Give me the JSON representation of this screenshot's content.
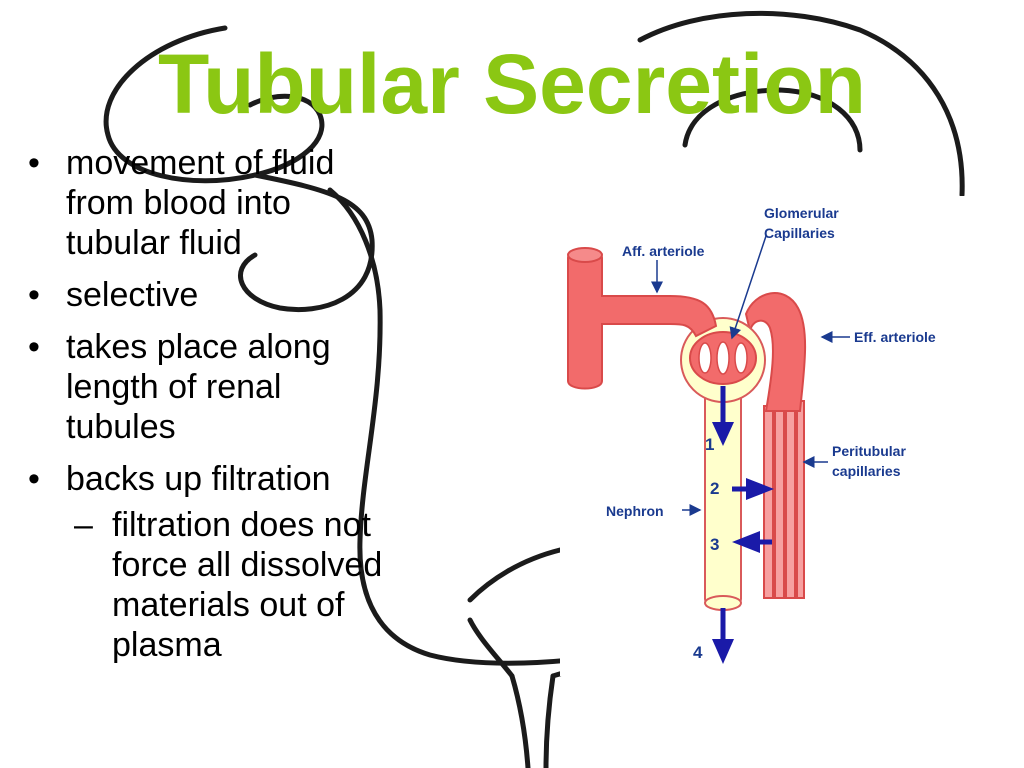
{
  "slide": {
    "title": "Tubular Secretion",
    "bullets": [
      {
        "text": "movement of fluid from blood into tubular fluid",
        "lines": [
          "movement of fluid",
          "from blood into",
          "tubular fluid"
        ]
      },
      {
        "text": "selective",
        "lines": [
          "selective"
        ]
      },
      {
        "text": "takes place along length of renal tubules",
        "lines": [
          "takes place along",
          "length of renal",
          "tubules"
        ]
      },
      {
        "text": "backs up filtration",
        "lines": [
          "backs up filtration"
        ]
      }
    ],
    "sub_bullets": [
      {
        "text": "filtration does not force all dissolved materials out of plasma",
        "lines": [
          "filtration does not",
          "force all dissolved",
          "materials out of",
          "plasma"
        ]
      }
    ],
    "bullet_symbol": "•",
    "dash_symbol": "–"
  },
  "diagram": {
    "labels": {
      "aff_arteriole": "Aff. arteriole",
      "glomerular_line1": "Glomerular",
      "glomerular_line2": "Capillaries",
      "eff_arteriole": "Eff. arteriole",
      "peritubular_line1": "Peritubular",
      "peritubular_line2": "capillaries",
      "nephron": "Nephron"
    },
    "numbers": [
      "1",
      "2",
      "3",
      "4"
    ],
    "colors": {
      "vessel": "#f26b6b",
      "vessel_stroke": "#d94a4a",
      "tubule_fill": "#ffffcc",
      "tubule_stroke": "#d95a5a",
      "arrow": "#1a1aa8",
      "label": "#1a3a8f",
      "title": "#8bc713"
    }
  }
}
